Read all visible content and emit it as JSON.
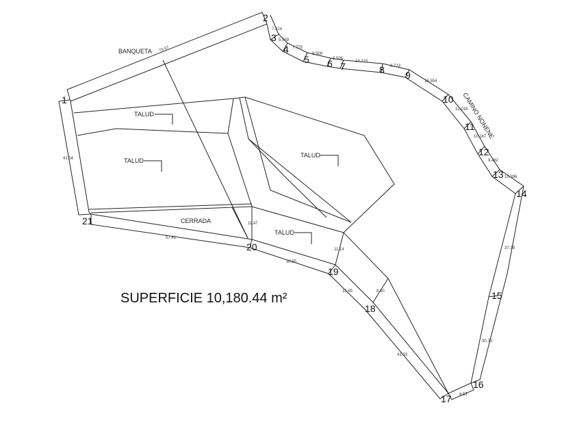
{
  "title": "SUPERFICIE 10,180.44 m²",
  "labels": {
    "banqueta": "BANQUETA",
    "camino": "CAMINO NONENE",
    "cerrada": "CERRADA",
    "talud": "TALUD"
  },
  "points": [
    "1",
    "2",
    "3",
    "4",
    "5",
    "6",
    "7",
    "8",
    "9",
    "10",
    "11",
    "12",
    "13",
    "14",
    "15",
    "16",
    "17",
    "18",
    "19",
    "20",
    "21"
  ],
  "dimensions": {
    "d_1_2": "73.57",
    "d_2_3": "7.214",
    "d_3_4": "5.559",
    "d_4_5": "7.775",
    "d_5_6": "8.509",
    "d_6_7": "5.506",
    "d_7_8": "14.215",
    "d_8_9": "8.723",
    "d_9_10": "15.554",
    "d_10_11": "12.018",
    "d_11_12": "10.187",
    "d_12_13": "9.462",
    "d_13_14": "10.396",
    "d_14_15": "37.38",
    "d_15_16": "30.79",
    "d_16_17": "8.55",
    "d_17_18": "41.33",
    "d_18_19": "18.65",
    "d_18_in": "9.60",
    "d_19_in": "11.14",
    "d_19_20": "30.55",
    "d_20_in": "11.47",
    "d_20_21": "57.41",
    "d_21_1": "41.04"
  }
}
